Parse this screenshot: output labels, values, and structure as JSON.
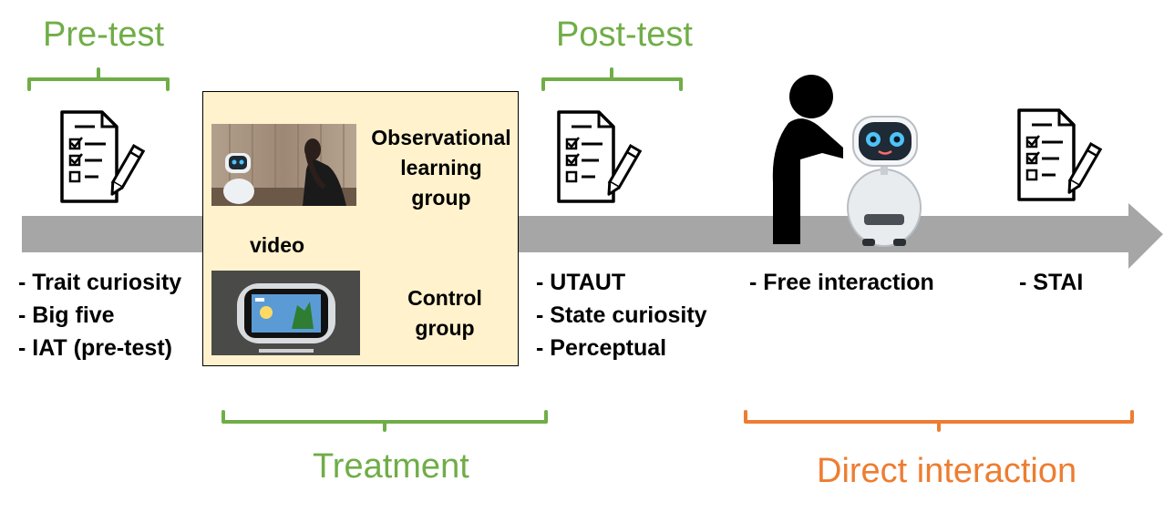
{
  "phases": {
    "pretest": "Pre-test",
    "posttest": "Post-test",
    "treatment": "Treatment",
    "direct": "Direct interaction"
  },
  "pretest_measures": [
    "- Trait curiosity",
    "- Big five",
    "- IAT (pre-test)"
  ],
  "posttest_measures": [
    "- UTAUT",
    "- State curiosity",
    "- Perceptual"
  ],
  "free_interaction": "- Free interaction",
  "final_measure": "- STAI",
  "treatment_box": {
    "video_label": "video",
    "group1": [
      "Observational",
      "learning",
      "group"
    ],
    "group2": [
      "Control",
      "group"
    ]
  },
  "colors": {
    "green": "#70ad47",
    "orange": "#ed7d31",
    "arrow": "#a6a6a6",
    "box_fill": "#fff2cc"
  },
  "icons": [
    "questionnaire-icon",
    "person-icon",
    "robot-icon",
    "checkbox-icon",
    "pencil-icon"
  ]
}
